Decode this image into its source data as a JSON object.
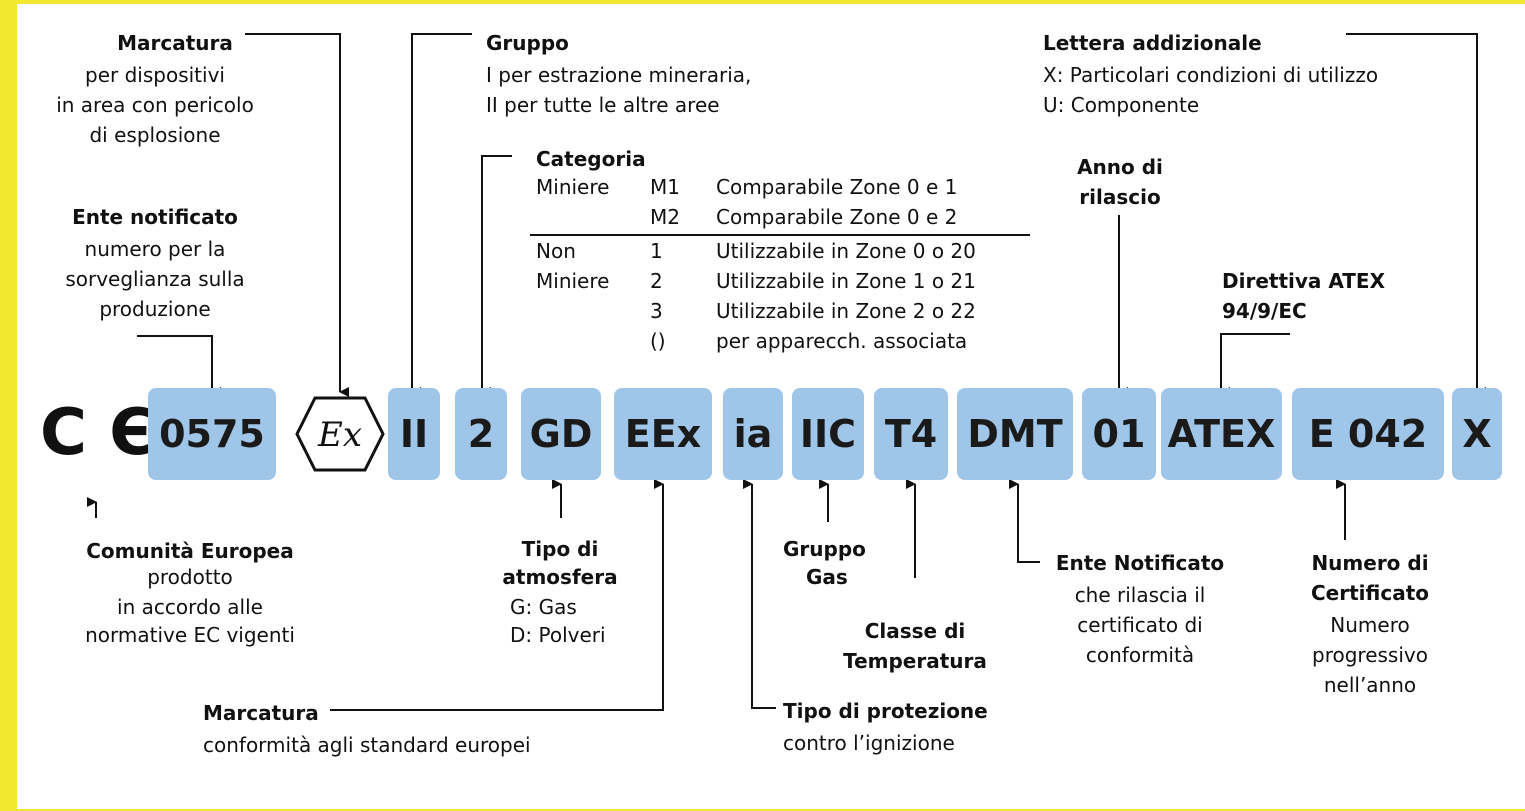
{
  "ce_mark": "C Є",
  "marking_boxes": [
    {
      "label": "0575"
    },
    {
      "label": "II"
    },
    {
      "label": "2"
    },
    {
      "label": "GD"
    },
    {
      "label": "EEx"
    },
    {
      "label": "ia"
    },
    {
      "label": "IIC"
    },
    {
      "label": "T4"
    },
    {
      "label": "DMT"
    },
    {
      "label": "01"
    },
    {
      "label": "ATEX"
    },
    {
      "label": "E 042"
    },
    {
      "label": "X"
    }
  ],
  "ex_symbol": "Ex",
  "marcatura_top": {
    "title": "Marcatura",
    "l1": "per dispositivi",
    "l2": "in area con pericolo",
    "l3": "di esplosione"
  },
  "gruppo": {
    "title": "Gruppo",
    "l1": "I per estrazione mineraria,",
    "l2": "II per tutte le altre aree"
  },
  "lettera": {
    "title": "Lettera addizionale",
    "l1": "X: Particolari condizioni di utilizzo",
    "l2": "U: Componente"
  },
  "ente_notificato": {
    "title": "Ente notificato",
    "l1": "numero per la",
    "l2": "sorveglianza sulla",
    "l3": "produzione"
  },
  "categoria": {
    "title": "Categoria",
    "rows": [
      {
        "group": "Miniere",
        "code": "M1",
        "desc": "Comparabile Zone 0 e 1"
      },
      {
        "group": "",
        "code": "M2",
        "desc": "Comparabile Zone 0 e 2"
      },
      {
        "group": "Non",
        "code": "1",
        "desc": "Utilizzabile in Zone 0 o 20"
      },
      {
        "group": "Miniere",
        "code": "2",
        "desc": "Utilizzabile in Zone 1 o 21"
      },
      {
        "group": "",
        "code": "3",
        "desc": "Utilizzabile in Zone 2 o 22"
      },
      {
        "group": "",
        "code": "()",
        "desc": "per apparecch. associata"
      }
    ]
  },
  "anno": {
    "l1": "Anno di",
    "l2": "rilascio"
  },
  "direttiva": {
    "l1": "Direttiva ATEX",
    "l2": "94/9/EC"
  },
  "comunita": {
    "title": "Comunità Europea",
    "l1": "prodotto",
    "l2": "in accordo alle",
    "l3": "normative EC vigenti"
  },
  "tipo_atmosfera": {
    "l1": "Tipo di",
    "l2": "atmosfera",
    "l3": "G: Gas",
    "l4": "D: Polveri"
  },
  "gruppo_gas": {
    "l1": "Gruppo",
    "l2": "Gas"
  },
  "classe_temp": {
    "l1": "Classe di",
    "l2": "Temperatura"
  },
  "ente_notificato2": {
    "title": "Ente Notificato",
    "l1": "che rilascia il",
    "l2": "certificato di",
    "l3": "conformità"
  },
  "numero_cert": {
    "l1": "Numero di",
    "l2": "Certificato",
    "l3": "Numero",
    "l4": "progressivo",
    "l5": "nell’anno"
  },
  "marcatura_bottom": {
    "title": "Marcatura",
    "l1": "conformità agli standard europei"
  },
  "tipo_protezione": {
    "title": "Tipo di protezione",
    "l1": "contro l’ignizione"
  }
}
